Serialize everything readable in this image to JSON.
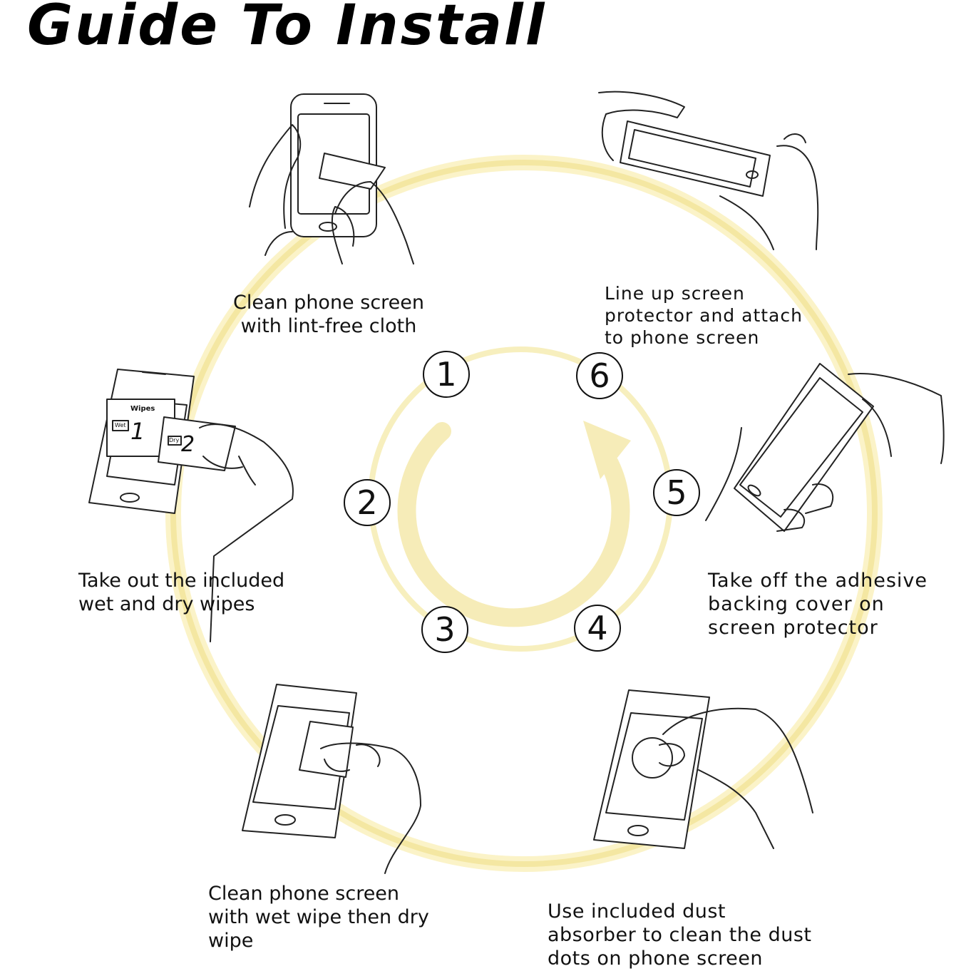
{
  "title": "Guide To Install",
  "accent_color": "#f5e9a6",
  "steps": [
    {
      "number": "1",
      "caption": "Clean phone screen with lint-free cloth",
      "icon": "phone-cloth-icon"
    },
    {
      "number": "2",
      "caption": "Take out the included wet and dry wipes",
      "icon": "phone-wipes-icon"
    },
    {
      "number": "3",
      "caption": "Clean phone screen with wet wipe then dry wipe",
      "icon": "phone-wipe-icon"
    },
    {
      "number": "4",
      "caption": "Use included dust absorber to clean the dust dots on phone screen",
      "icon": "dust-absorber-icon"
    },
    {
      "number": "5",
      "caption": "Take off the adhesive backing cover on screen protector",
      "icon": "peel-backing-icon"
    },
    {
      "number": "6",
      "caption": "Line up screen protector and attach to phone screen",
      "icon": "attach-protector-icon"
    }
  ],
  "wipes_card": {
    "brand": "Wipes",
    "wet_label": "Wet",
    "dry_label": "Dry",
    "wet_number": "1",
    "dry_number": "2"
  }
}
